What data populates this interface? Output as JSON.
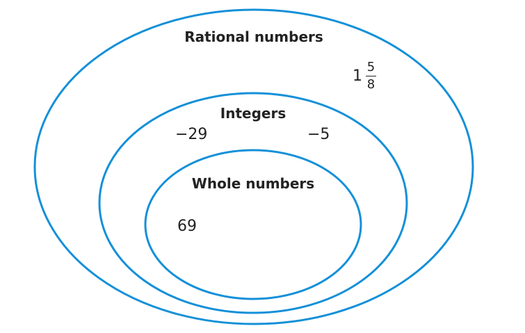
{
  "sets": {
    "rational": {
      "label": "Rational numbers"
    },
    "integers": {
      "label": "Integers"
    },
    "whole": {
      "label": "Whole numbers"
    }
  },
  "elements": {
    "rational_only": {
      "whole": "1",
      "numerator": "5",
      "denominator": "8"
    },
    "integers_only": [
      "−29",
      "−5"
    ],
    "whole_numbers": [
      "69"
    ]
  },
  "colors": {
    "ellipse_stroke": "#1490d8",
    "text": "#222222"
  }
}
